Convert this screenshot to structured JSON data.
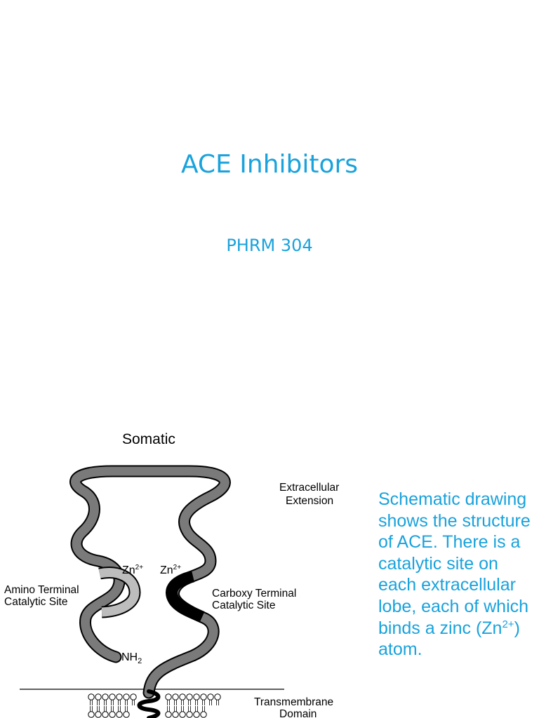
{
  "slide": {
    "title": "ACE Inhibitors",
    "subtitle": "PHRM 304",
    "caption_main": "Schematic drawing shows the structure of ACE. There is a catalytic site on each extracellular lobe, each of which binds a zinc (Zn",
    "caption_sup": "2+",
    "caption_end": ") atom.",
    "colors": {
      "accent": "#19a2dc",
      "protein": "#7a7a7a",
      "amino_site": "#bdbdbd",
      "carboxy_site": "#000000"
    }
  },
  "diagram": {
    "heading": "Somatic",
    "extracellular_line1": "Extracellular",
    "extracellular_line2": "Extension",
    "zn_left": "Zn",
    "zn_right": "Zn",
    "zn_charge": "2+",
    "amino_line1": "Amino Terminal",
    "amino_line2": "Catalytic Site",
    "carboxy_line1": "Carboxy Terminal",
    "carboxy_line2": "Catalytic Site",
    "nh": "NH",
    "nh_sub": "2",
    "transmembrane_line1": "Transmembrane",
    "transmembrane_line2": "Domain"
  }
}
